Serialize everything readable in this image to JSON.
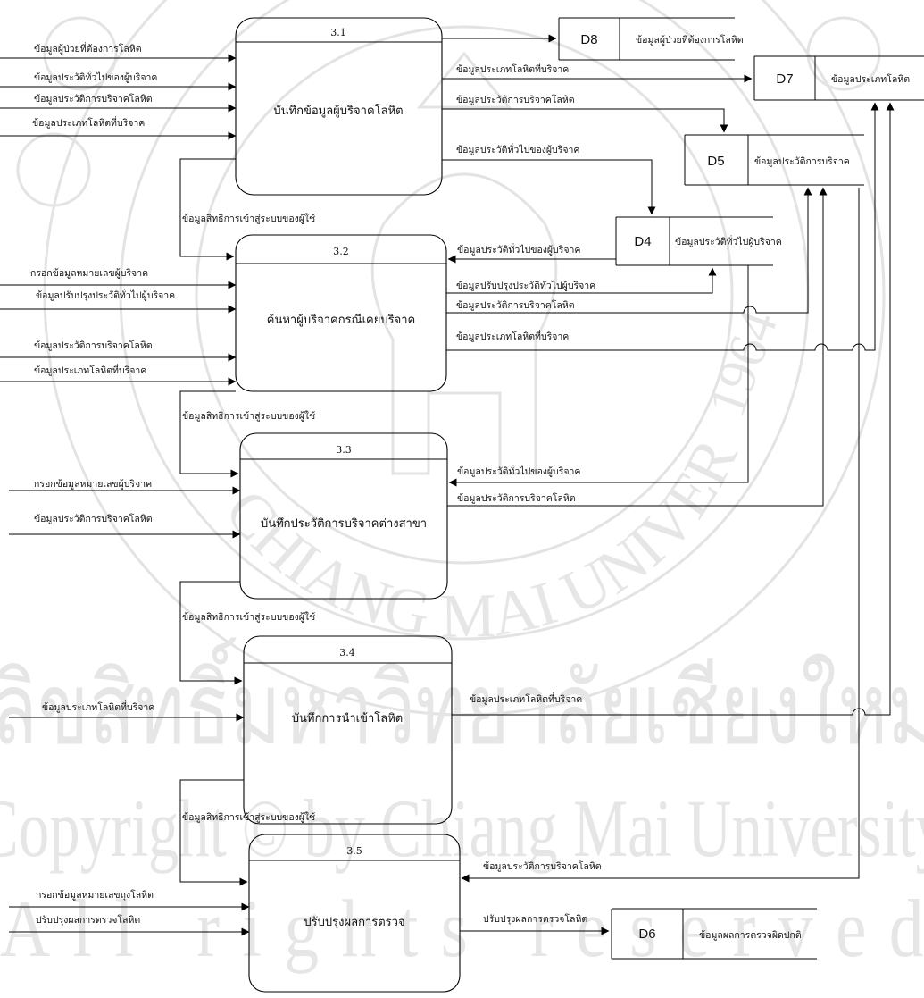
{
  "watermark": {
    "thai_line": "ลิขสิทธิ์มหาวิทยาลัยเชียงใหม่",
    "copyright_line": "Copyright © by Chiang Mai University",
    "rights_line": "All rights reserved",
    "seal_top_text": "CHIANG MAI UNIVERSITY",
    "seal_year": "1964"
  },
  "processes": [
    {
      "number": "3.1",
      "name": "บันทึกข้อมูลผู้บริจาคโลหิต"
    },
    {
      "number": "3.2",
      "name": "ค้นหาผู้บริจาคกรณีเคยบริจาค"
    },
    {
      "number": "3.3",
      "name": "บันทึกประวัติการบริจาคต่างสาขา"
    },
    {
      "number": "3.4",
      "name": "บันทึกการนำเข้าโลหิต"
    },
    {
      "number": "3.5",
      "name": "ปรับปรุงผลการตรวจ"
    }
  ],
  "data_stores": [
    {
      "id": "D8",
      "name": "ข้อมูลผู้ป่วยที่ต้องการโลหิต"
    },
    {
      "id": "D7",
      "name": "ข้อมูลประเภทโลหิต"
    },
    {
      "id": "D5",
      "name": "ข้อมูลประวัติการบริจาค"
    },
    {
      "id": "D4",
      "name": "ข้อมูลประวัติทั่วไปผู้บริจาค"
    },
    {
      "id": "D6",
      "name": "ข้อมูลผลการตรวจผิดปกติ"
    }
  ],
  "flow_labels": {
    "p31_in_patient": "ข้อมูลผู้ป่วยที่ต้องการโลหิต",
    "p31_in_general": "ข้อมูลประวัติทั่วไปของผู้บริจาค",
    "p31_in_history": "ข้อมูลประวัติการบริจาคโลหิต",
    "p31_in_type": "ข้อมูลประเภทโลหิตที่บริจาค",
    "p31_to_d7": "ข้อมูลประเภทโลหิตที่บริจาค",
    "p31_to_d5": "ข้อมูลประวัติการบริจาคโลหิต",
    "p31_to_d4": "ข้อมูลประวัติทั่วไปของผู้บริจาค",
    "login_1": "ข้อมูลสิทธิการเข้าสู่ระบบของผู้ใช้",
    "p32_in_id": "กรอกข้อมูลหมายเลขผู้บริจาค",
    "p32_in_update": "ข้อมูลปรับปรุงประวัติทั่วไปผู้บริจาค",
    "p32_in_history": "ข้อมูลประวัติการบริจาคโลหิต",
    "p32_in_type": "ข้อมูลประเภทโลหิตที่บริจาค",
    "d4_to_p32": "ข้อมูลประวัติทั่วไปของผู้บริจาค",
    "p32_to_d4": "ข้อมูลปรับปรุงประวัติทั่วไปผู้บริจาค",
    "p32_to_d5": "ข้อมูลประวัติการบริจาคโลหิต",
    "p32_to_d7": "ข้อมูลประเภทโลหิตที่บริจาค",
    "login_2": "ข้อมูลสิทธิการเข้าสู่ระบบของผู้ใช้",
    "p33_in_id": "กรอกข้อมูลหมายเลขผู้บริจาค",
    "p33_in_history": "ข้อมูลประวัติการบริจาคโลหิต",
    "d4_to_p33": "ข้อมูลประวัติทั่วไปของผู้บริจาค",
    "p33_to_d5": "ข้อมูลประวัติการบริจาคโลหิต",
    "login_3": "ข้อมูลสิทธิการเข้าสู่ระบบของผู้ใช้",
    "p34_in_type": "ข้อมูลประเภทโลหิตที่บริจาค",
    "p34_to_d7": "ข้อมูลประเภทโลหิตที่บริจาค",
    "login_4": "ข้อมูลสิทธิการเข้าสู่ระบบของผู้ใช้",
    "d5_to_p35": "ข้อมูลประวัติการบริจาคโลหิต",
    "p35_in_bag": "กรอกข้อมูลหมายเลขถุงโลหิต",
    "p35_in_update": "ปรับปรุงผลการตรวจโลหิต",
    "p35_to_d6": "ปรับปรุงผลการตรวจโลหิต"
  }
}
